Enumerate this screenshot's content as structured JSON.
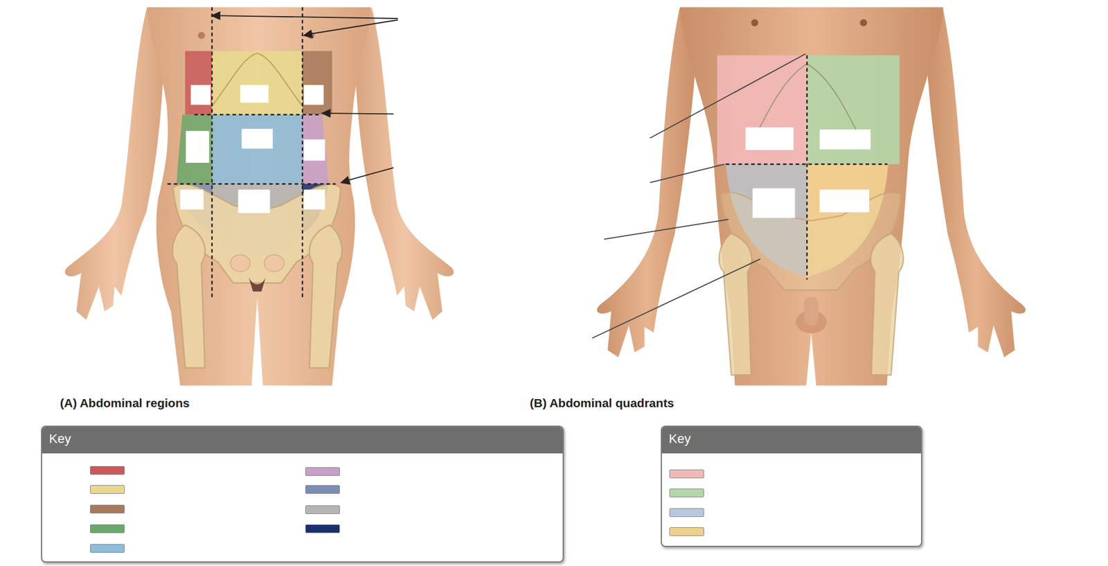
{
  "diagram": {
    "nodes": [
      {
        "text": [
          "Key"
        ]
      },
      {
        "text": [
          "Key"
        ]
      }
    ],
    "labels": [
      "(A) Abdominal regions",
      "(B) Abdominal quadrants"
    ]
  }
}
